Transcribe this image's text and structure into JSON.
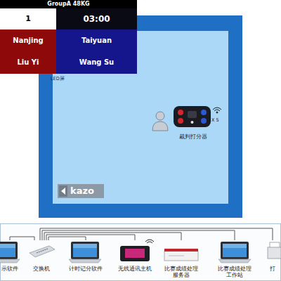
{
  "diagram": {
    "nodes": [
      {
        "text": [
          "GroupA 48KG"
        ]
      },
      {
        "text": [
          "1"
        ]
      },
      {
        "text": [
          "03:00"
        ]
      },
      {
        "text": [
          "Nanjing",
          "Liu Yi"
        ]
      },
      {
        "text": [
          "Taiyuan",
          "Wang Su"
        ]
      },
      {
        "text": [
          "LED屏"
        ]
      },
      {
        "text": [
          "kazo"
        ],
        "in": 5
      },
      {
        "text": [
          "裁判打分器"
        ],
        "in": 5
      },
      {
        "text": [
          "示软件"
        ]
      },
      {
        "text": [
          "交换机"
        ]
      },
      {
        "text": [
          "计时记分软件"
        ]
      },
      {
        "text": [
          "无线通讯主机"
        ]
      },
      {
        "text": [
          "比赛成绩处理 服务器"
        ]
      },
      {
        "text": [
          "比赛成绩处理 工作站"
        ]
      },
      {
        "text": [
          "打"
        ]
      }
    ],
    "edges": [
      {
        "from": 9,
        "to": 8,
        "arrow": "none"
      },
      {
        "from": 9,
        "to": 10,
        "arrow": "none"
      },
      {
        "from": 9,
        "to": 11,
        "arrow": "none"
      },
      {
        "from": 9,
        "to": 12,
        "arrow": "none"
      },
      {
        "from": 9,
        "to": 13,
        "arrow": "none"
      },
      {
        "from": 9,
        "to": 14,
        "arrow": "none"
      }
    ],
    "labels": [
      "X 5"
    ]
  }
}
